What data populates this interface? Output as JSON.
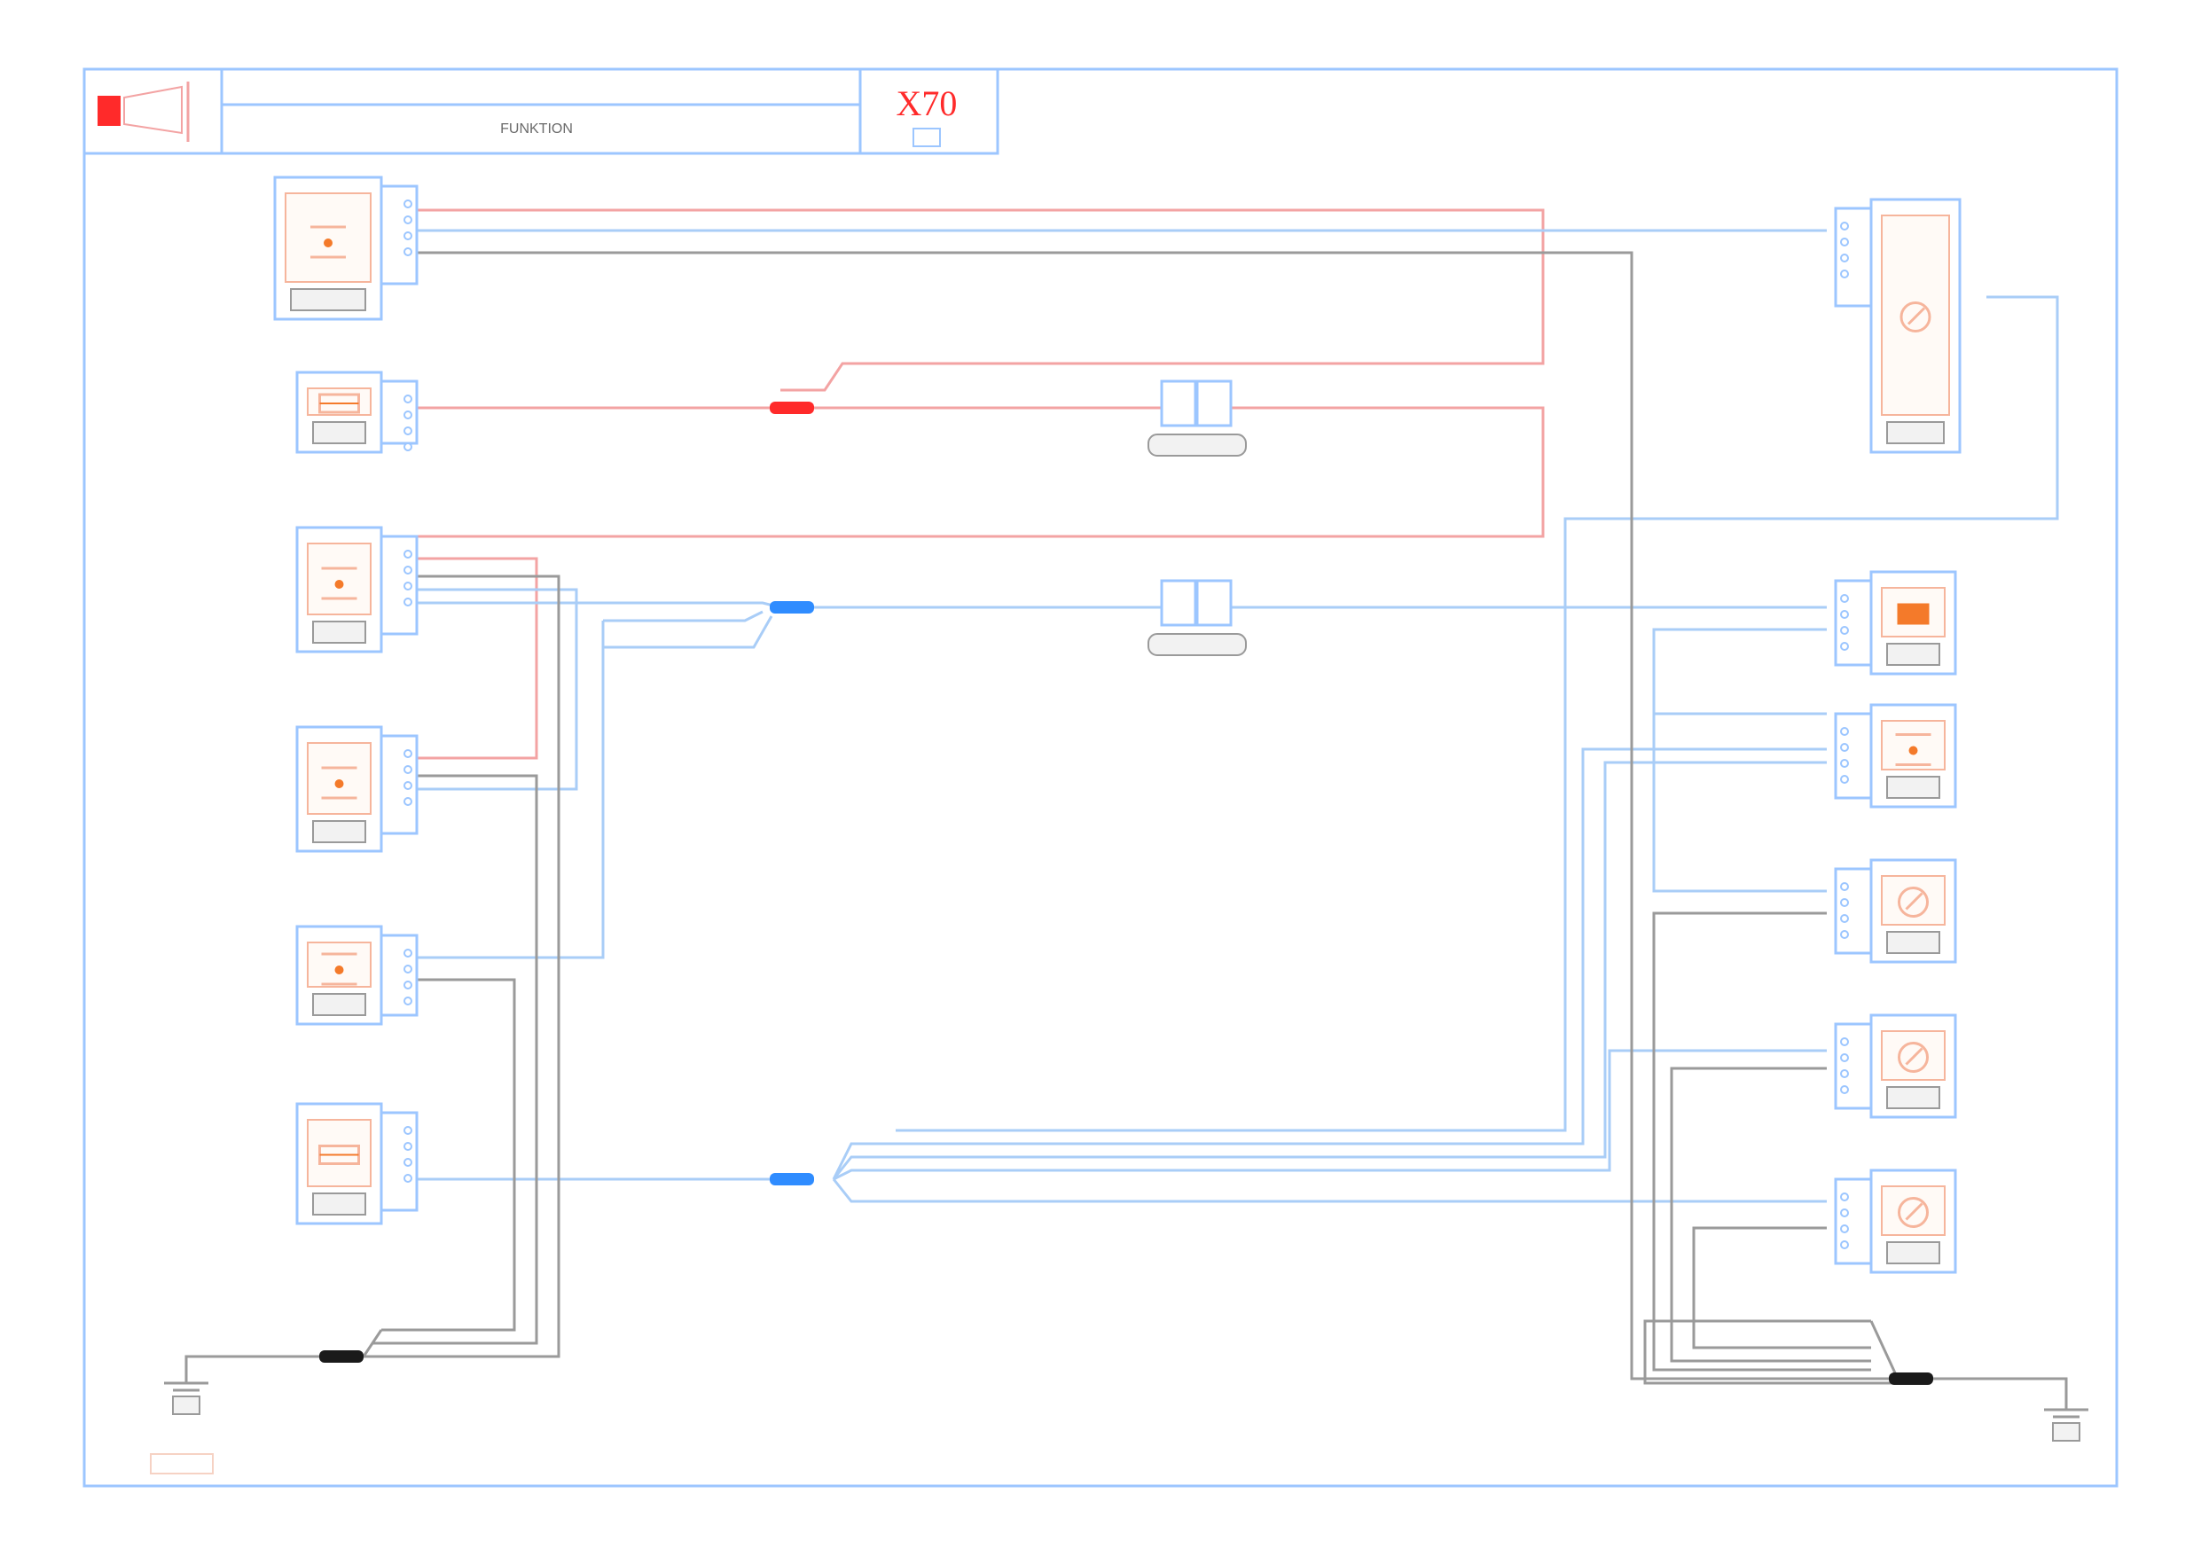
{
  "title_block": {
    "text": "FUNKTION",
    "model": "X70"
  },
  "colors": {
    "frame": "#9cc6ff",
    "wire_power": "#f3a3a3",
    "wire_signal": "#a9cdf7",
    "wire_ground": "#9a9a9a",
    "splice_power": "#ff2a2a",
    "splice_signal": "#2f8cff",
    "splice_ground": "#1a1a1a",
    "logo": "#ff2a2a",
    "component_fill": "#f6b59c"
  },
  "components_left": [
    {
      "id": "comp-1",
      "icon": "switch-icon"
    },
    {
      "id": "comp-2",
      "icon": "relay-icon"
    },
    {
      "id": "comp-3",
      "icon": "switch-icon"
    },
    {
      "id": "comp-4",
      "icon": "switch-icon"
    },
    {
      "id": "comp-5",
      "icon": "switch-icon"
    },
    {
      "id": "comp-6",
      "icon": "relay-icon"
    }
  ],
  "components_right": [
    {
      "id": "comp-r0",
      "icon": "motor-icon"
    },
    {
      "id": "comp-r1",
      "icon": "lamp-icon"
    },
    {
      "id": "comp-r2",
      "icon": "switch-icon"
    },
    {
      "id": "comp-r3",
      "icon": "motor-icon"
    },
    {
      "id": "comp-r4",
      "icon": "motor-icon"
    },
    {
      "id": "comp-r5",
      "icon": "motor-icon"
    }
  ]
}
